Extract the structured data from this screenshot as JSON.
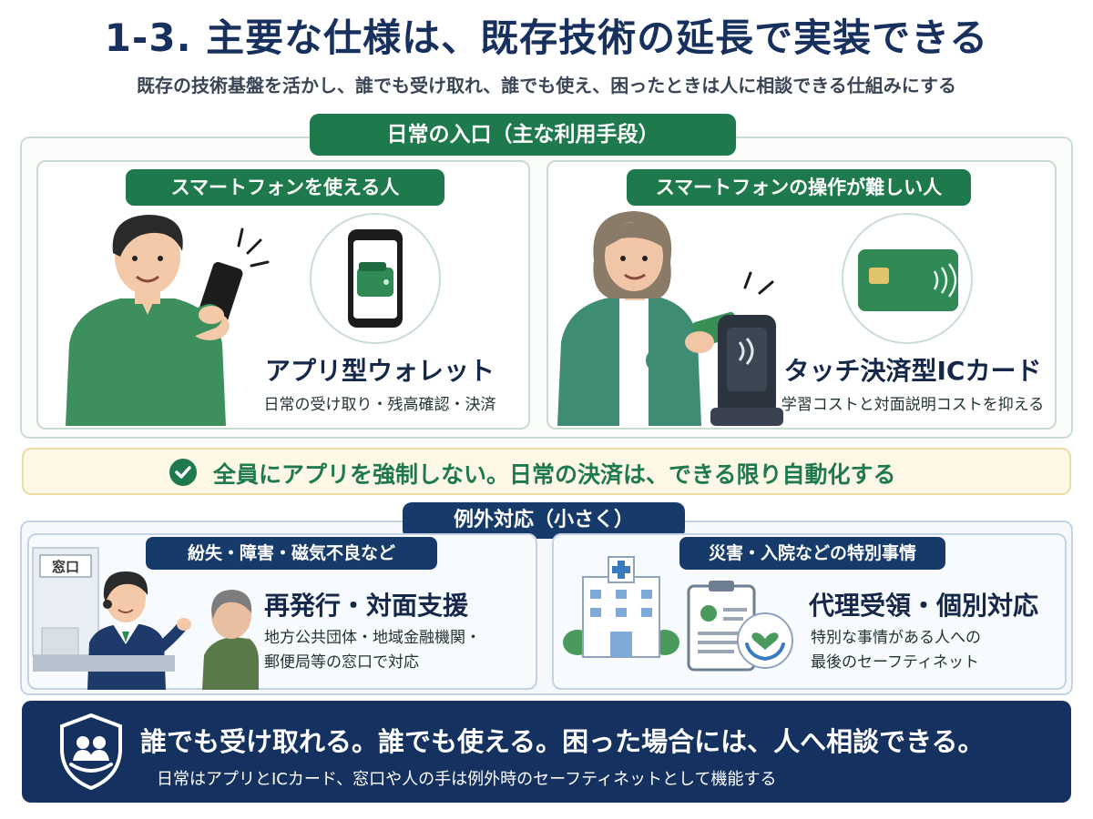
{
  "header": {
    "title": "1-3. 主要な仕様は、既存技術の延長で実装できる",
    "subtitle": "既存の技術基盤を活かし、誰でも受け取れ、誰でも使え、困ったときは人に相談できる仕組みにする"
  },
  "daily_entry": {
    "label": "日常の入口（主な利用手段）",
    "smartphone_users": {
      "pill": "スマートフォンを使える人",
      "icon": "wallet-phone-icon",
      "title": "アプリ型ウォレット",
      "description": "日常の受け取り・残高確認・決済"
    },
    "non_smartphone_users": {
      "pill": "スマートフォンの操作が難しい人",
      "icon": "ic-card-icon",
      "title": "タッチ決済型ICカード",
      "description": "学習コストと対面説明コストを抑える"
    }
  },
  "banner": {
    "icon": "check-circle-icon",
    "text": "全員にアプリを強制しない。日常の決済は、できる限り自動化する"
  },
  "exceptions": {
    "label": "例外対応（小さく）",
    "counter": {
      "pill": "紛失・障害・磁気不良など",
      "sign": "窓口",
      "title": "再発行・対面支援",
      "description_lines": [
        "地方公共団体・地域金融機関・",
        "郵便局等の窓口で対応"
      ]
    },
    "special": {
      "pill": "災害・入院などの特別事情",
      "title": "代理受領・個別対応",
      "description_lines": [
        "特別な事情がある人への",
        "最後のセーフティネット"
      ]
    }
  },
  "footer": {
    "icon": "shield-people-icon",
    "main": "誰でも受け取れる。誰でも使える。困った場合には、人へ相談できる。",
    "sub": "日常はアプリとICカード、窓口や人の手は例外時のセーフティネットとして機能する"
  },
  "colors": {
    "navy": "#17305e",
    "green": "#1e7a4c",
    "banner_bg": "#fdf8e6",
    "footer_bg": "#14315f"
  }
}
